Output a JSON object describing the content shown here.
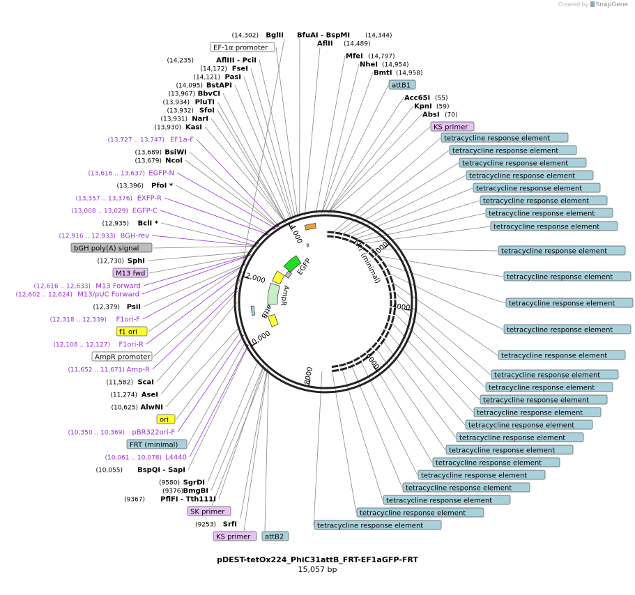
{
  "credit": {
    "prefix": "Created by",
    "brand": "SnapGene"
  },
  "plasmid": {
    "name": "pDEST-tetOx224_PhiC31attB_FRT-EF1aGFP-FRT",
    "size_label": "15,057 bp"
  },
  "ticks": [
    "2000",
    "4000",
    "6000",
    "8000",
    "10,000",
    "12,000",
    "14,000"
  ],
  "inner_labels": [
    "FRT (minimal)",
    "EGFP",
    "AmpR",
    "attB"
  ],
  "left_labels": [
    {
      "coord": "(14,302)",
      "name": "BglII",
      "kind": "enzyme"
    },
    {
      "name": "EF-1α promoter",
      "kind": "feature",
      "color": "#ffffff"
    },
    {
      "coord": "(14,235)",
      "name": "AflIII  - PciI",
      "kind": "enzyme"
    },
    {
      "coord": "(14,172)",
      "name": "FseI",
      "kind": "enzyme"
    },
    {
      "coord": "(14,121)",
      "name": "PasI",
      "kind": "enzyme"
    },
    {
      "coord": "(14,095)",
      "name": "BstAPI",
      "kind": "enzyme"
    },
    {
      "coord": "(13,967)",
      "name": "BbvCI",
      "kind": "enzyme"
    },
    {
      "coord": "(13,934)",
      "name": "PluTI",
      "kind": "enzyme"
    },
    {
      "coord": "(13,932)",
      "name": "SfoI",
      "kind": "enzyme"
    },
    {
      "coord": "(13,931)",
      "name": "NarI",
      "kind": "enzyme"
    },
    {
      "coord": "(13,930)",
      "name": "KasI",
      "kind": "enzyme"
    },
    {
      "coord": "(13,727 .. 13,747)",
      "name": "EF1a-F",
      "kind": "primer"
    },
    {
      "coord": "(13,689)",
      "name": "BsiWI",
      "kind": "enzyme"
    },
    {
      "coord": "(13,679)",
      "name": "NcoI",
      "kind": "enzyme"
    },
    {
      "coord": "(13,616 .. 13,637)",
      "name": "EGFP-N",
      "kind": "primer"
    },
    {
      "coord": "(13,396)",
      "name": "PfoI *",
      "kind": "enzyme"
    },
    {
      "coord": "(13,357 .. 13,376)",
      "name": "EXFP-R",
      "kind": "primer"
    },
    {
      "coord": "(13,008 .. 13,029)",
      "name": "EGFP-C",
      "kind": "primer"
    },
    {
      "coord": "(12,935)",
      "name": "BclI *",
      "kind": "enzyme"
    },
    {
      "coord": "(12,916 .. 12,933)",
      "name": "BGH-rev",
      "kind": "primer"
    },
    {
      "name": "bGH poly(A) signal",
      "kind": "feature",
      "color": "#bdbdbd"
    },
    {
      "coord": "(12,730)",
      "name": "SphI",
      "kind": "enzyme"
    },
    {
      "name": "M13 fwd",
      "kind": "feature",
      "color": "#e7c3f5"
    },
    {
      "coord": "(12,616 .. 12,633)",
      "name": "M13 Forward",
      "kind": "primer"
    },
    {
      "coord": "(12,602 .. 12,624)",
      "name": "M13/pUC Forward",
      "kind": "primer"
    },
    {
      "coord": "(12,379)",
      "name": "PsiI",
      "kind": "enzyme"
    },
    {
      "coord": "(12,318 .. 12,339)",
      "name": "F1ori-F",
      "kind": "primer"
    },
    {
      "name": "f1 ori",
      "kind": "feature",
      "color": "#ffff33"
    },
    {
      "coord": "(12,108 .. 12,127)",
      "name": "F1ori-R",
      "kind": "primer"
    },
    {
      "name": "AmpR promoter",
      "kind": "feature",
      "color": "#ffffff"
    },
    {
      "coord": "(11,652 .. 11,671)",
      "name": "Amp-R",
      "kind": "primer"
    },
    {
      "coord": "(11,582)",
      "name": "ScaI",
      "kind": "enzyme"
    },
    {
      "coord": "(11,274)",
      "name": "AseI",
      "kind": "enzyme"
    },
    {
      "coord": "(10,625)",
      "name": "AlwNI",
      "kind": "enzyme"
    },
    {
      "name": "ori",
      "kind": "feature",
      "color": "#ffff33"
    },
    {
      "coord": "(10,350 .. 10,369)",
      "name": "pBR322ori-F",
      "kind": "primer"
    },
    {
      "name": "FRT (minimal)",
      "kind": "feature",
      "color": "#a9d1dc"
    },
    {
      "coord": "(10,061 .. 10,078)",
      "name": "L4440",
      "kind": "primer"
    },
    {
      "coord": "(10,055)",
      "name": "BspQI   - SapI",
      "kind": "enzyme"
    },
    {
      "coord": "(9580)",
      "name": "SgrDI",
      "kind": "enzyme"
    },
    {
      "coord": "(9376)",
      "name": "BmgBI",
      "kind": "enzyme"
    },
    {
      "coord": "(9367)",
      "name": "PflFI  - Tth111I",
      "kind": "enzyme"
    },
    {
      "name": "SK primer",
      "kind": "feature",
      "color": "#e7c3f5"
    },
    {
      "coord": "(9253)",
      "name": "SrfI",
      "kind": "enzyme"
    },
    {
      "name": "KS primer",
      "kind": "feature",
      "color": "#e7c3f5"
    },
    {
      "name": "attB2",
      "kind": "feature",
      "color": "#a9d1dc"
    }
  ],
  "right_labels": [
    {
      "name": "BfuAI   - BspMI",
      "coord": "(14,344)",
      "kind": "enzyme"
    },
    {
      "name": "AflII",
      "coord": "(14,489)",
      "kind": "enzyme"
    },
    {
      "name": "MfeI",
      "coord": "(14,797)",
      "kind": "enzyme"
    },
    {
      "name": "NheI",
      "coord": "(14,954)",
      "kind": "enzyme"
    },
    {
      "name": "BmtI",
      "coord": "(14,958)",
      "kind": "enzyme"
    },
    {
      "name": "attB1",
      "kind": "feature",
      "color": "#a9d1dc"
    },
    {
      "name": "Acc65I",
      "coord": "(55)",
      "kind": "enzyme"
    },
    {
      "name": "KpnI",
      "coord": "(59)",
      "kind": "enzyme"
    },
    {
      "name": "AbsI",
      "coord": "(70)",
      "kind": "enzyme"
    },
    {
      "name": "KS primer",
      "kind": "feature",
      "color": "#e7c3f5"
    },
    {
      "name": "tetracycline response element",
      "kind": "feature",
      "color": "#a9d1dc"
    },
    {
      "name": "tetracycline response element",
      "kind": "feature",
      "color": "#a9d1dc"
    },
    {
      "name": "tetracycline response element",
      "kind": "feature",
      "color": "#a9d1dc"
    },
    {
      "name": "tetracycline response element",
      "kind": "feature",
      "color": "#a9d1dc"
    },
    {
      "name": "tetracycline response element",
      "kind": "feature",
      "color": "#a9d1dc"
    },
    {
      "name": "tetracycline response element",
      "kind": "feature",
      "color": "#a9d1dc"
    },
    {
      "name": "tetracycline response element",
      "kind": "feature",
      "color": "#a9d1dc"
    },
    {
      "name": "tetracycline response element",
      "kind": "feature",
      "color": "#a9d1dc"
    },
    {
      "name": "tetracycline response element",
      "kind": "feature",
      "color": "#a9d1dc"
    },
    {
      "name": "tetracycline response element",
      "kind": "feature",
      "color": "#a9d1dc"
    },
    {
      "name": "tetracycline response element",
      "kind": "feature",
      "color": "#a9d1dc"
    },
    {
      "name": "tetracycline response element",
      "kind": "feature",
      "color": "#a9d1dc"
    },
    {
      "name": "tetracycline response element",
      "kind": "feature",
      "color": "#a9d1dc"
    },
    {
      "name": "tetracycline response element",
      "kind": "feature",
      "color": "#a9d1dc"
    },
    {
      "name": "tetracycline response element",
      "kind": "feature",
      "color": "#a9d1dc"
    },
    {
      "name": "tetracycline response element",
      "kind": "feature",
      "color": "#a9d1dc"
    },
    {
      "name": "tetracycline response element",
      "kind": "feature",
      "color": "#a9d1dc"
    },
    {
      "name": "tetracycline response element",
      "kind": "feature",
      "color": "#a9d1dc"
    },
    {
      "name": "tetracycline response element",
      "kind": "feature",
      "color": "#a9d1dc"
    },
    {
      "name": "tetracycline response element",
      "kind": "feature",
      "color": "#a9d1dc"
    },
    {
      "name": "tetracycline response element",
      "kind": "feature",
      "color": "#a9d1dc"
    },
    {
      "name": "tetracycline response element",
      "kind": "feature",
      "color": "#a9d1dc"
    },
    {
      "name": "tetracycline response element",
      "kind": "feature",
      "color": "#a9d1dc"
    },
    {
      "name": "tetracycline response element",
      "kind": "feature",
      "color": "#a9d1dc"
    },
    {
      "name": "tetracycline response element",
      "kind": "feature",
      "color": "#a9d1dc"
    },
    {
      "name": "tetracycline response element",
      "kind": "feature",
      "color": "#a9d1dc"
    }
  ],
  "colors": {
    "enzyme_line": "#888888",
    "primer": "#9a2fd6",
    "egfp": "#22dd22",
    "ampr": "#c8f0c8",
    "f1ori": "#ffff33",
    "promoter": "#e8a040"
  }
}
